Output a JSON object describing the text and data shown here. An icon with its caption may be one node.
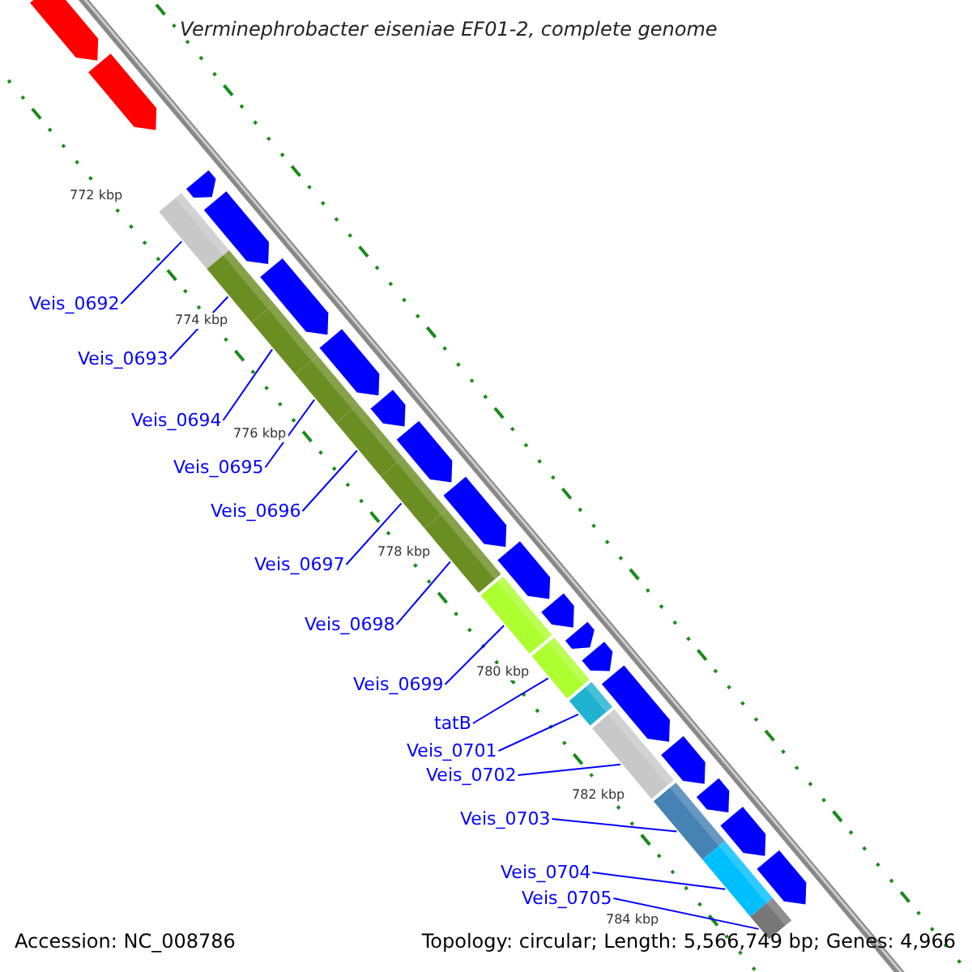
{
  "diagram": {
    "title": "Verminephrobacter eiseniae EF01-2, complete genome",
    "nodes": [
      {
        "text": [
          "Veis_0692"
        ]
      },
      {
        "text": [
          "Veis_0693"
        ]
      },
      {
        "text": [
          "Veis_0694"
        ]
      },
      {
        "text": [
          "Veis_0695"
        ]
      },
      {
        "text": [
          "Veis_0696"
        ]
      },
      {
        "text": [
          "Veis_0697"
        ]
      },
      {
        "text": [
          "Veis_0698"
        ]
      },
      {
        "text": [
          "Veis_0699"
        ]
      },
      {
        "text": [
          "tatB"
        ]
      },
      {
        "text": [
          "Veis_0701"
        ]
      },
      {
        "text": [
          "Veis_0702"
        ]
      },
      {
        "text": [
          "Veis_0703"
        ]
      },
      {
        "text": [
          "Veis_0704"
        ]
      },
      {
        "text": [
          "Veis_0705"
        ]
      },
      {
        "text": [],
        "shape": "bar"
      },
      {
        "text": [],
        "shape": "bar"
      },
      {
        "text": [],
        "shape": "bar"
      },
      {
        "text": [],
        "shape": "bar"
      },
      {
        "text": [],
        "shape": "bar"
      },
      {
        "text": [],
        "shape": "bar"
      },
      {
        "text": [],
        "shape": "bar"
      },
      {
        "text": [],
        "shape": "bar"
      },
      {
        "text": [],
        "shape": "bar"
      },
      {
        "text": [],
        "shape": "bar"
      },
      {
        "text": [],
        "shape": "bar"
      },
      {
        "text": [],
        "shape": "bar"
      },
      {
        "text": [],
        "shape": "bar"
      },
      {
        "text": [],
        "shape": "bar"
      }
    ],
    "edges": [
      {
        "from": 0,
        "to": 14,
        "arrow": "none"
      },
      {
        "from": 1,
        "to": 15,
        "arrow": "none"
      },
      {
        "from": 2,
        "to": 16,
        "arrow": "none"
      },
      {
        "from": 3,
        "to": 17,
        "arrow": "none"
      },
      {
        "from": 4,
        "to": 18,
        "arrow": "none"
      },
      {
        "from": 5,
        "to": 19,
        "arrow": "none"
      },
      {
        "from": 6,
        "to": 20,
        "arrow": "none"
      },
      {
        "from": 7,
        "to": 21,
        "arrow": "none"
      },
      {
        "from": 8,
        "to": 22,
        "arrow": "none"
      },
      {
        "from": 9,
        "to": 23,
        "arrow": "none"
      },
      {
        "from": 10,
        "to": 24,
        "arrow": "none"
      },
      {
        "from": 11,
        "to": 25,
        "arrow": "none"
      },
      {
        "from": 12,
        "to": 26,
        "arrow": "none"
      },
      {
        "from": 13,
        "to": 27,
        "arrow": "none"
      }
    ],
    "labels": [
      "772 kbp",
      "774 kbp",
      "776 kbp",
      "778 kbp",
      "780 kbp",
      "782 kbp",
      "784 kbp",
      "Accession: NC_008786",
      "Topology: circular; Length: 5,566,749 bp; Genes: 4,966"
    ]
  }
}
